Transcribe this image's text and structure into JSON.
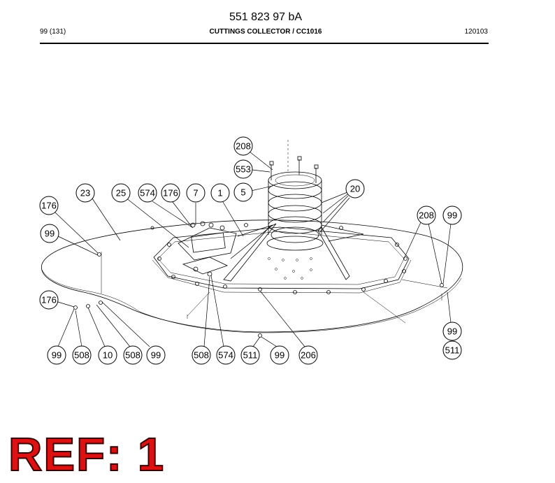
{
  "header": {
    "doc_number": "551 823 97 bA",
    "page": "99 (131)",
    "title": "CUTTINGS COLLECTOR / CC1016",
    "date_code": "120103"
  },
  "callouts": [
    {
      "id": "c-208-top",
      "label": "208"
    },
    {
      "id": "c-553",
      "label": "553"
    },
    {
      "id": "c-20",
      "label": "20"
    },
    {
      "id": "c-23",
      "label": "23"
    },
    {
      "id": "c-25",
      "label": "25"
    },
    {
      "id": "c-574-top",
      "label": "574"
    },
    {
      "id": "c-176-top",
      "label": "176"
    },
    {
      "id": "c-7",
      "label": "7"
    },
    {
      "id": "c-1",
      "label": "1"
    },
    {
      "id": "c-5",
      "label": "5"
    },
    {
      "id": "c-176-left",
      "label": "176"
    },
    {
      "id": "c-99-left",
      "label": "99"
    },
    {
      "id": "c-208-right",
      "label": "208"
    },
    {
      "id": "c-99-right",
      "label": "99"
    },
    {
      "id": "c-176-low",
      "label": "176"
    },
    {
      "id": "c-99-r2",
      "label": "99"
    },
    {
      "id": "c-511-r",
      "label": "511"
    },
    {
      "id": "c-99-b1",
      "label": "99"
    },
    {
      "id": "c-508-b1",
      "label": "508"
    },
    {
      "id": "c-10",
      "label": "10"
    },
    {
      "id": "c-508-b2",
      "label": "508"
    },
    {
      "id": "c-99-b2",
      "label": "99"
    },
    {
      "id": "c-508-b3",
      "label": "508"
    },
    {
      "id": "c-574-b",
      "label": "574"
    },
    {
      "id": "c-511-b",
      "label": "511"
    },
    {
      "id": "c-99-b3",
      "label": "99"
    },
    {
      "id": "c-206",
      "label": "206"
    }
  ],
  "stamp": {
    "text": "REF: 1"
  }
}
